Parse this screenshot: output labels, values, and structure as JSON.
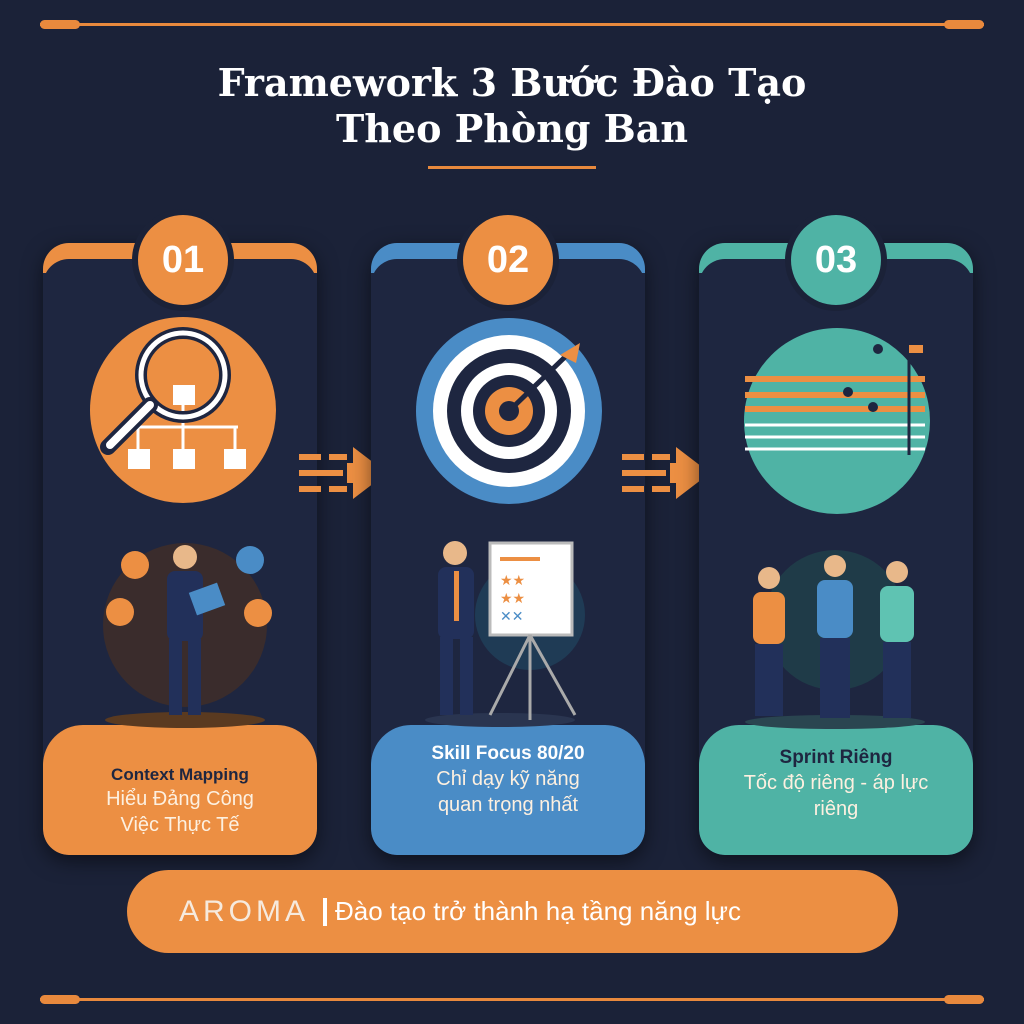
{
  "title": {
    "line1": "Framework 3 Bước Đào Tạo",
    "line2": "Theo Phòng Ban"
  },
  "steps": [
    {
      "number": "01",
      "heading": "Context Mapping",
      "desc1": "Hiểu Đảng Công",
      "desc2": "Việc Thực Tế",
      "color": "#ec8f43"
    },
    {
      "number": "02",
      "heading": "Skill Focus 80/20",
      "desc1": "Chỉ dạy kỹ năng",
      "desc2": "quan trọng nhất",
      "color": "#4a8cc6"
    },
    {
      "number": "03",
      "heading": "Sprint Riêng",
      "desc1": "Tốc độ riêng - áp lực",
      "desc2": "riêng",
      "color": "#4fb3a5"
    }
  ],
  "banner": {
    "brand": "AROMA",
    "slogan": "Đào tạo trở thành hạ tầng năng lực"
  }
}
